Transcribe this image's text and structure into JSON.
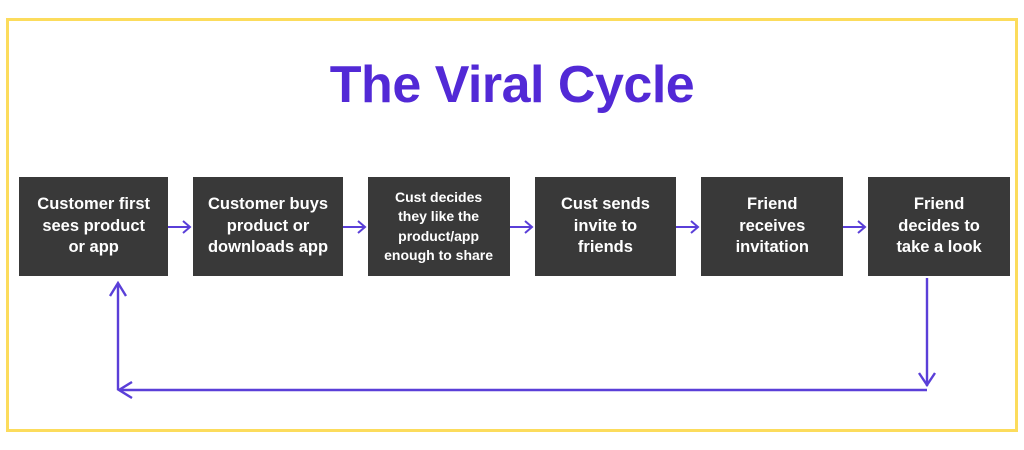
{
  "page": {
    "title": "The Viral Cycle",
    "background_color": "#ffffff",
    "frame_color": "#FCDC5C",
    "title_color": "#5229D6",
    "box_color": "#393939",
    "box_text_color": "#ffffff",
    "arrow_color": "#5A3FD8"
  },
  "diagram": {
    "type": "cycle-flowchart",
    "steps": [
      {
        "id": 1,
        "label": "Customer first\nsees product\nor app"
      },
      {
        "id": 2,
        "label": "Customer buys\nproduct or\ndownloads app"
      },
      {
        "id": 3,
        "label": "Cust decides\nthey like the\nproduct/app\nenough to share"
      },
      {
        "id": 4,
        "label": "Cust sends\ninvite to\nfriends"
      },
      {
        "id": 5,
        "label": "Friend\nreceives\ninvitation"
      },
      {
        "id": 6,
        "label": "Friend\ndecides to\ntake a look"
      }
    ],
    "connectors": [
      {
        "from": 1,
        "to": 2,
        "direction": "right"
      },
      {
        "from": 2,
        "to": 3,
        "direction": "right"
      },
      {
        "from": 3,
        "to": 4,
        "direction": "right"
      },
      {
        "from": 4,
        "to": 5,
        "direction": "right"
      },
      {
        "from": 5,
        "to": 6,
        "direction": "right"
      }
    ],
    "feedback_loop": {
      "from": 6,
      "to": 1,
      "path": "down-left-up",
      "description": "Friend decides to take a look returns to Customer first sees product or app"
    }
  }
}
